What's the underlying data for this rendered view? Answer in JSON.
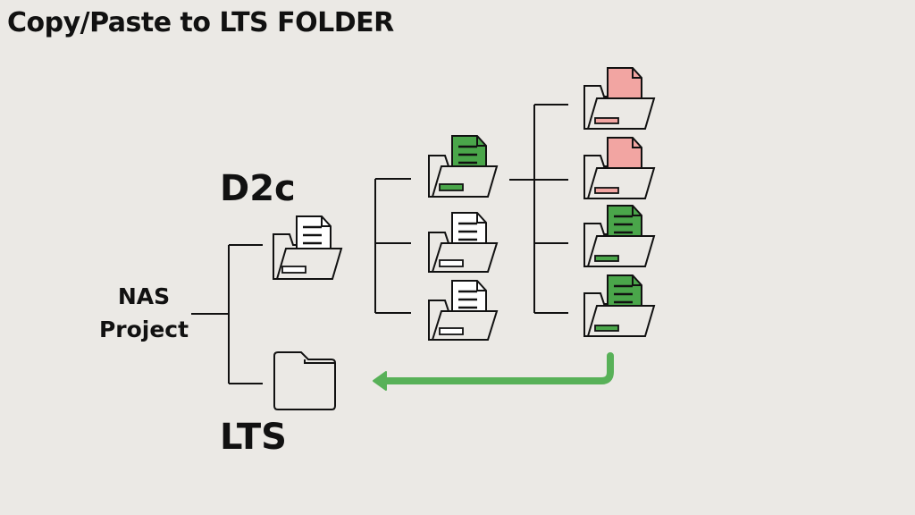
{
  "title": "Copy/Paste to LTS FOLDER",
  "root": {
    "line1": "NAS",
    "line2": "Project"
  },
  "d2c_label": "D2c",
  "lts_label": "LTS",
  "colors": {
    "background": "#ebe9e5",
    "green": "#4aa64a",
    "pink": "#f2a5a2",
    "white": "#ffffff",
    "arrow": "#58b158",
    "line": "#111111"
  },
  "icons": {
    "d2c": "folder-doc-white",
    "level2": [
      "folder-doc-green",
      "folder-doc-white",
      "folder-doc-white"
    ],
    "level3": [
      "folder-doc-pink",
      "folder-doc-pink",
      "folder-doc-green",
      "folder-doc-green"
    ],
    "lts": "folder-empty-icon"
  }
}
